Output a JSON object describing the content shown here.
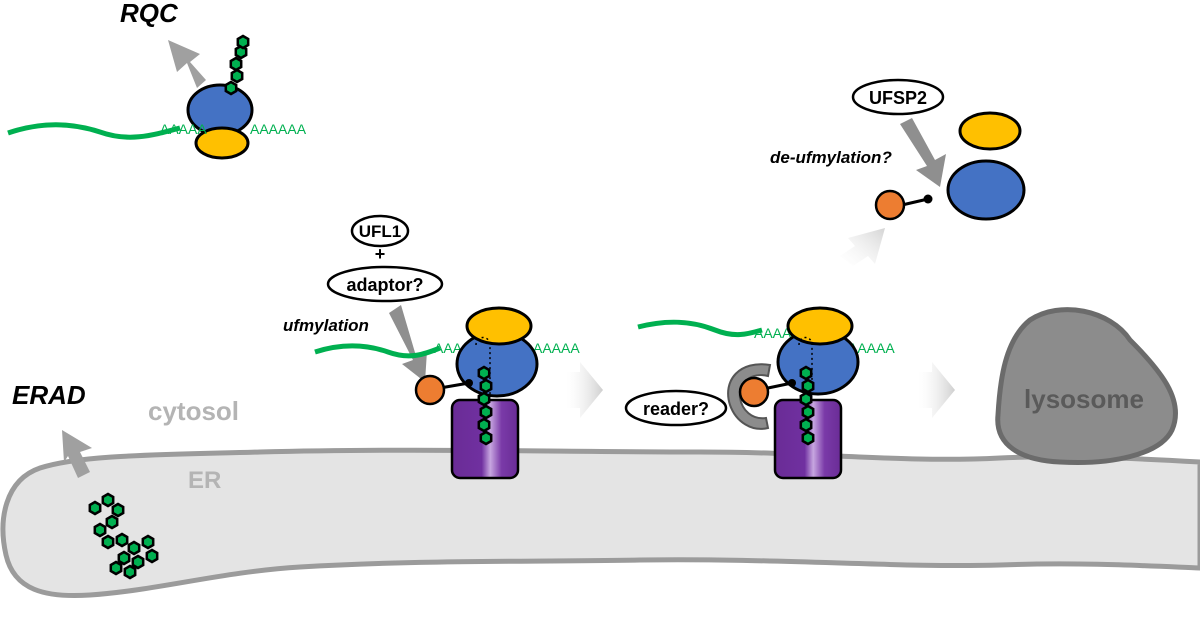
{
  "labels": {
    "rqc": "RQC",
    "erad": "ERAD",
    "cytosol": "cytosol",
    "er": "ER",
    "lysosome": "lysosome",
    "ufl1": "UFL1",
    "plus": "+",
    "adaptor": "adaptor?",
    "ufmylation": "ufmylation",
    "reader": "reader?",
    "ufsp2": "UFSP2",
    "deufmylation": "de-ufmylation?",
    "polya_rqc_left": "AAAAA",
    "polya_rqc_right": "AAAAAA",
    "polya_mid_left": "AAAA",
    "polya_mid_right": "AAAAA",
    "polya_right_left": "AAAA",
    "polya_right_right": "AAAAA"
  },
  "colors": {
    "mrna": "#00b050",
    "ribo_large": "#4472c4",
    "ribo_small": "#ffc000",
    "ufm1": "#ed7d31",
    "translocon": "#7030a0",
    "peptide": "#00b050",
    "er_fill": "#e4e4e4",
    "er_stroke": "#999999",
    "arrow_gray": "#999999",
    "lysosome": "#8c8c8c"
  },
  "icons": {
    "pathway_arrow": "gray-arrow-icon",
    "process_arrow": "chevron-arrow-icon"
  }
}
